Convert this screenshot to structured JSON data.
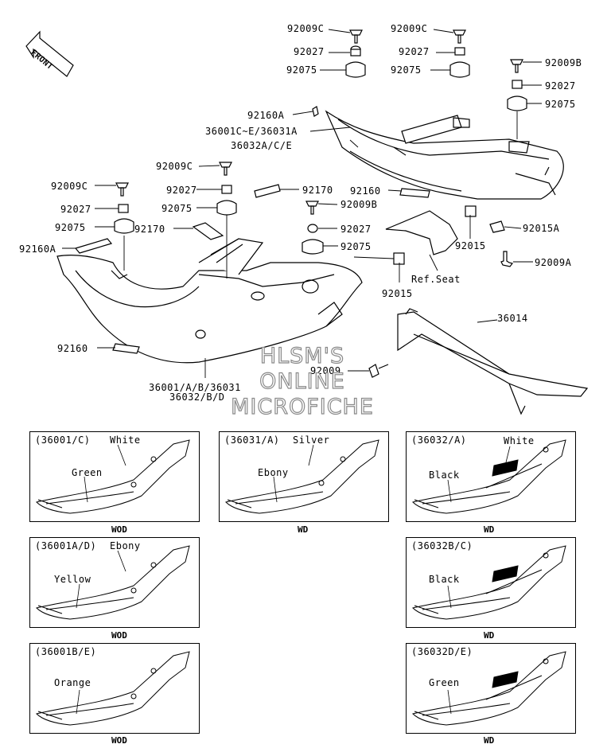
{
  "front_arrow": "FRONT",
  "watermark": [
    "HLSM'S",
    "ONLINE",
    "MICROFICHE"
  ],
  "part_labels": {
    "p92009C_1": "92009C",
    "p92027_1": "92027",
    "p92075_1": "92075",
    "p92009C_2": "92009C",
    "p92027_2": "92027",
    "p92075_2": "92075",
    "p92009B_1": "92009B",
    "p92027_3": "92027",
    "p92075_3": "92075",
    "p92160A_1": "92160A",
    "p36001C": "36001C~E/36031A",
    "p36032A": "36032A/C/E",
    "p92009C_3": "92009C",
    "p92027_4": "92027",
    "p92075_4": "92075",
    "p92009C_4": "92009C",
    "p92027_5": "92027",
    "p92075_5": "92075",
    "p92170_1": "92170",
    "p92170_2": "92170",
    "p92160_1": "92160",
    "p92009B_2": "92009B",
    "p92027_6": "92027",
    "p92075_6": "92075",
    "p92160A_2": "92160A",
    "p92015_1": "92015",
    "p92015A": "92015A",
    "p92009A": "92009A",
    "p92015_2": "92015",
    "refseat": "Ref.Seat",
    "p36014": "36014",
    "p92160_2": "92160",
    "p92009": "92009",
    "p36001": "36001/A/B/36031",
    "p36032BD": "36032/B/D"
  },
  "color_boxes": [
    {
      "title": "(36001/C)",
      "colors": [
        "White",
        "Green"
      ],
      "caption": "WOD"
    },
    {
      "title": "(36031/A)",
      "colors": [
        "Silver",
        "Ebony"
      ],
      "caption": "WD"
    },
    {
      "title": "(36032/A)",
      "colors": [
        "White",
        "Black"
      ],
      "caption": "WD"
    },
    {
      "title": "(36001A/D)",
      "colors": [
        "Ebony",
        "Yellow"
      ],
      "caption": "WOD"
    },
    {
      "title": "(36032B/C)",
      "colors": [
        "Black"
      ],
      "caption": "WD"
    },
    {
      "title": "(36001B/E)",
      "colors": [
        "Orange"
      ],
      "caption": "WOD"
    },
    {
      "title": "(36032D/E)",
      "colors": [
        "Green"
      ],
      "caption": "WD"
    }
  ]
}
